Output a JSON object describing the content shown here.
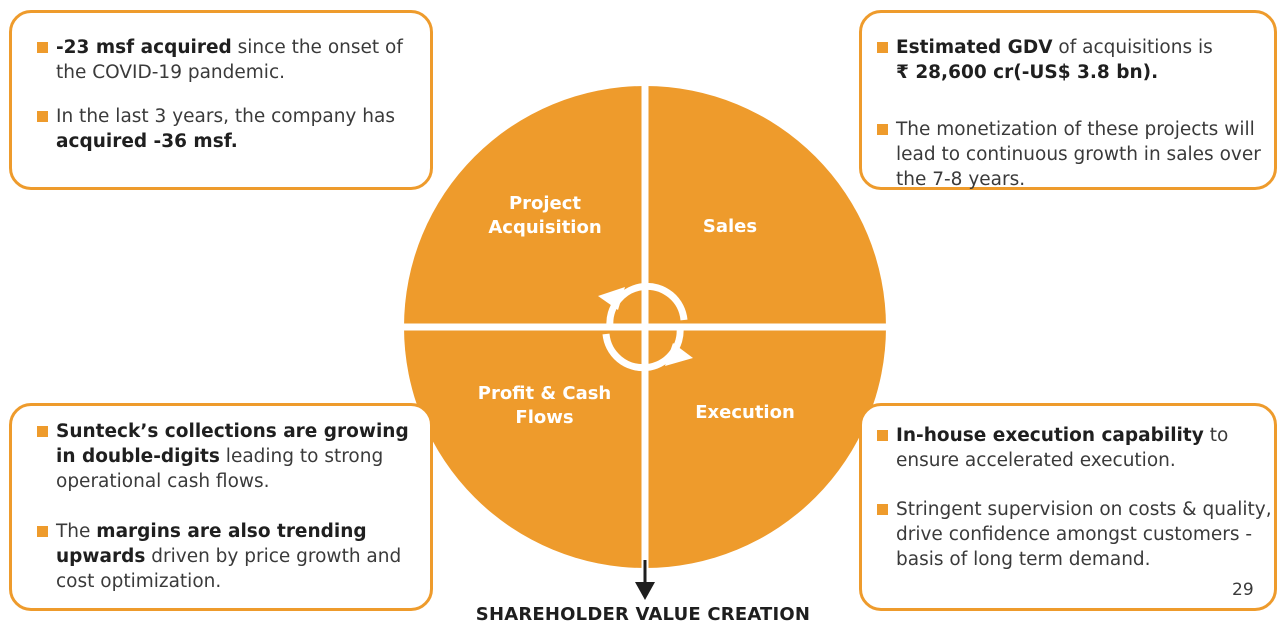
{
  "colors": {
    "accent": "#EE9B2C",
    "text": "#3a3a3a",
    "arrow": "#1e1e1e"
  },
  "segments": {
    "project_acquisition": {
      "line1": "Project",
      "line2": "Acquisition"
    },
    "sales": "Sales",
    "profit_cash_flows": {
      "line1": "Profit & Cash",
      "line2": "Flows"
    },
    "execution": "Execution"
  },
  "boxes": {
    "top_left": {
      "bullets": [
        {
          "bold": "-23 msf acquired",
          "rest": " since the onset of the COVID-19 pandemic."
        },
        {
          "pre": "In the last 3 years, the company has ",
          "bold": "acquired -36 msf."
        }
      ]
    },
    "top_right": {
      "bullets": [
        {
          "bold": "Estimated GDV",
          "rest": " of acquisitions is",
          "bold2": "₹ 28,600 cr(-US$ 3.8 bn)."
        },
        {
          "text": "The monetization of these projects will lead to continuous growth in sales over the 7-8 years."
        }
      ]
    },
    "bottom_left": {
      "bullets": [
        {
          "bold": "Sunteck’s collections are growing in double-digits",
          "rest": " leading to strong operational cash flows."
        },
        {
          "pre": "The ",
          "bold": "margins are also trending upwards",
          "rest": " driven by price growth and cost optimization."
        }
      ]
    },
    "bottom_right": {
      "bullets": [
        {
          "bold": "In-house execution capability",
          "rest": " to ensure accelerated execution."
        },
        {
          "text": "Stringent supervision on costs & quality, drive confidence amongst customers - basis of long term demand."
        }
      ]
    }
  },
  "footer": "SHAREHOLDER VALUE CREATION",
  "page_number": "29"
}
